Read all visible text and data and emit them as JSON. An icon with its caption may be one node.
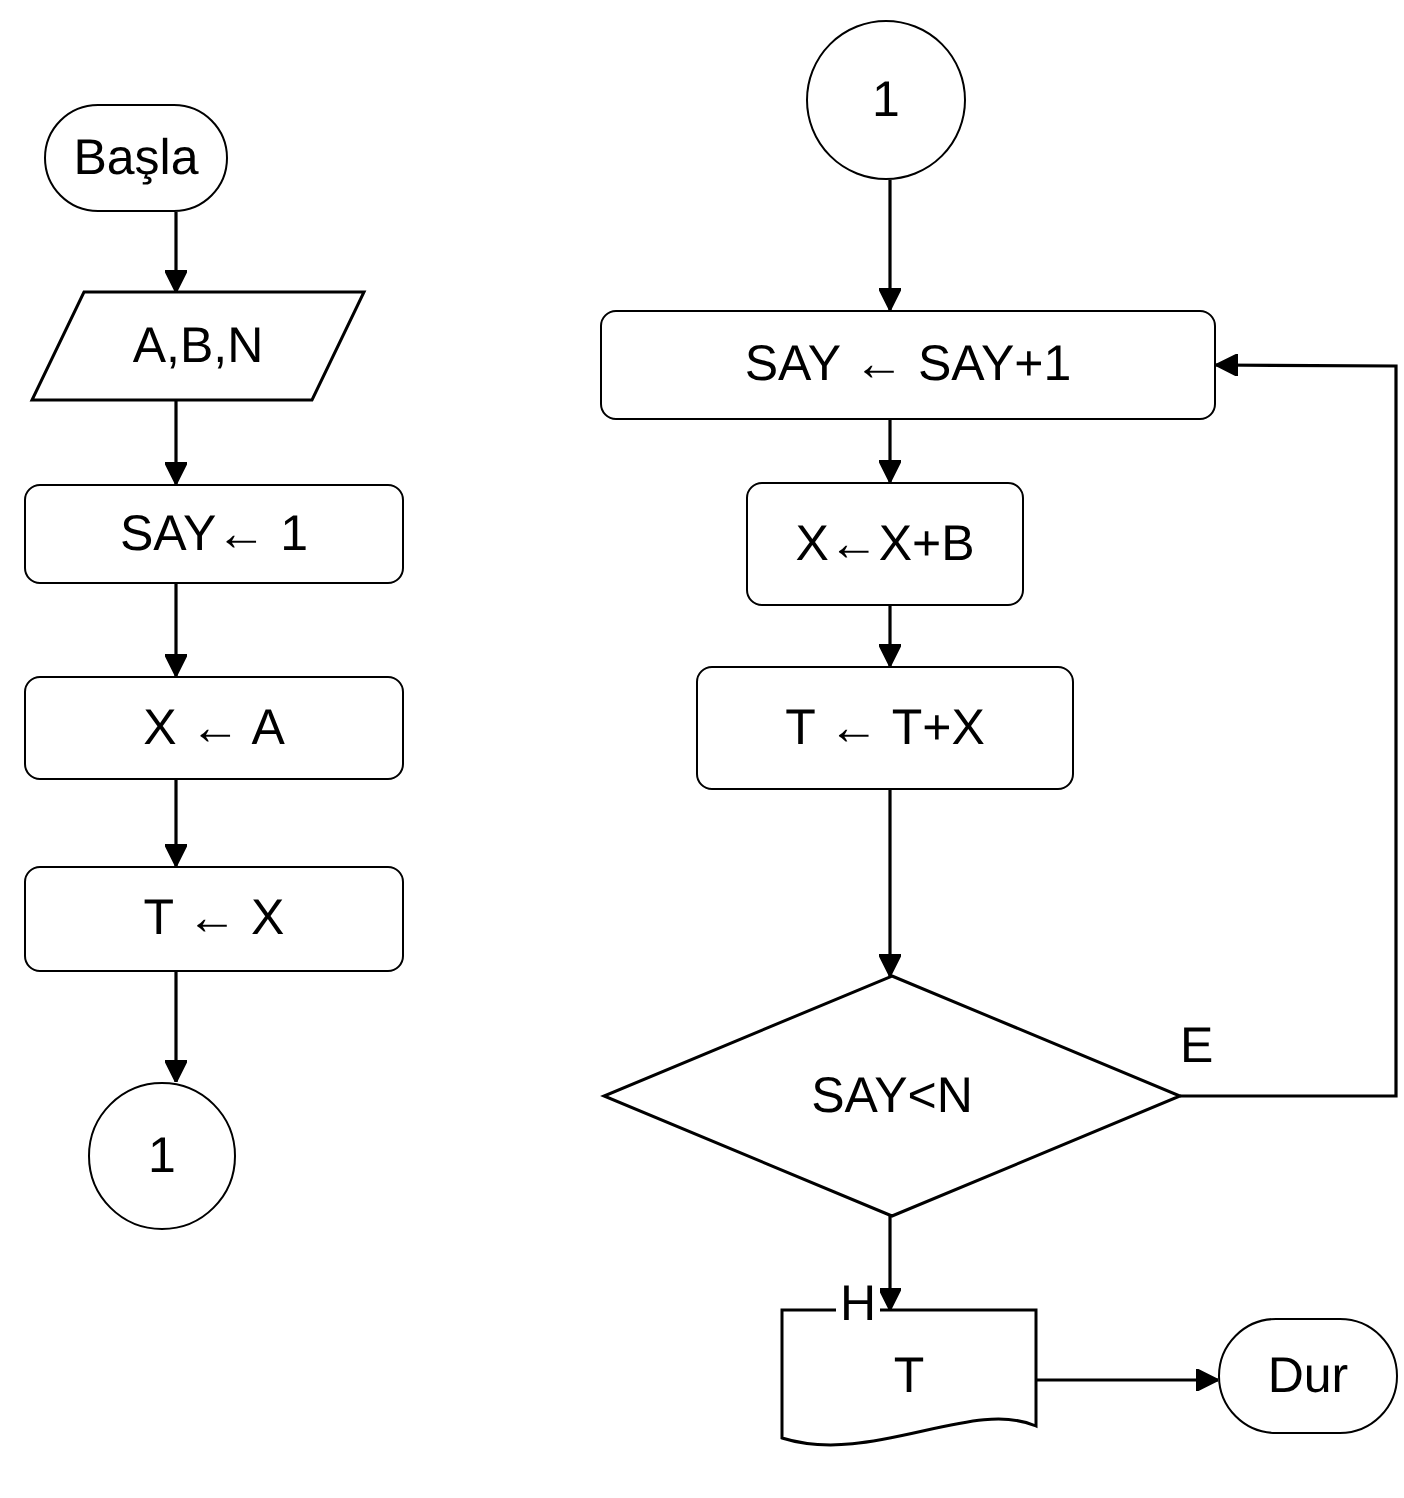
{
  "diagram": {
    "nodes": [
      {
        "text": [
          "Başla"
        ]
      },
      {
        "text": [
          "A,B,N"
        ]
      },
      {
        "text": [
          "SAY← 1"
        ]
      },
      {
        "text": [
          "X ← A"
        ]
      },
      {
        "text": [
          "T ← X"
        ]
      },
      {
        "text": [
          "1"
        ]
      },
      {
        "text": [
          "1"
        ]
      },
      {
        "text": [
          "SAY ← SAY+1"
        ]
      },
      {
        "text": [
          "X←X+B"
        ]
      },
      {
        "text": [
          "T ← T+X"
        ]
      },
      {
        "text": [
          "SAY<N"
        ]
      },
      {
        "text": [
          "T"
        ]
      },
      {
        "text": [
          "Dur"
        ]
      }
    ],
    "edges": [
      {
        "from": 0,
        "to": 1,
        "arrow": "to"
      },
      {
        "from": 1,
        "to": 2,
        "arrow": "to"
      },
      {
        "from": 2,
        "to": 3,
        "arrow": "to"
      },
      {
        "from": 3,
        "to": 4,
        "arrow": "to"
      },
      {
        "from": 4,
        "to": 5,
        "arrow": "to"
      },
      {
        "from": 6,
        "to": 7,
        "arrow": "to"
      },
      {
        "from": 7,
        "to": 8,
        "arrow": "to"
      },
      {
        "from": 8,
        "to": 9,
        "arrow": "to"
      },
      {
        "from": 9,
        "to": 10,
        "arrow": "to"
      },
      {
        "from": 10,
        "to": 7,
        "label": "E",
        "arrow": "to"
      },
      {
        "from": 10,
        "to": 11,
        "label": "H",
        "arrow": "to"
      },
      {
        "from": 11,
        "to": 12,
        "arrow": "to"
      }
    ]
  }
}
